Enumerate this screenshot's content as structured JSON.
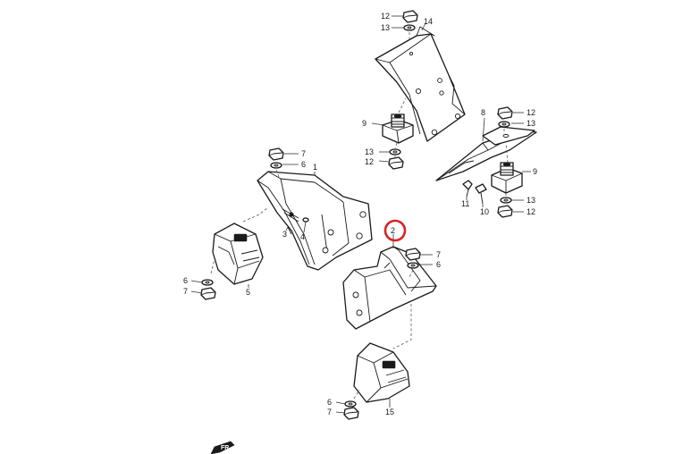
{
  "diagram": {
    "callouts": [
      {
        "id": "c12a",
        "label": "12"
      },
      {
        "id": "c13a",
        "label": "13"
      },
      {
        "id": "c14",
        "label": "14"
      },
      {
        "id": "c9a",
        "label": "9"
      },
      {
        "id": "c13b",
        "label": "13"
      },
      {
        "id": "c12b",
        "label": "12"
      },
      {
        "id": "c8",
        "label": "8"
      },
      {
        "id": "c12c",
        "label": "12"
      },
      {
        "id": "c13c",
        "label": "13"
      },
      {
        "id": "c9b",
        "label": "9"
      },
      {
        "id": "c11",
        "label": "11"
      },
      {
        "id": "c10",
        "label": "10"
      },
      {
        "id": "c13d",
        "label": "13"
      },
      {
        "id": "c12d",
        "label": "12"
      },
      {
        "id": "c7a",
        "label": "7"
      },
      {
        "id": "c6a",
        "label": "6"
      },
      {
        "id": "c1",
        "label": "1"
      },
      {
        "id": "c3",
        "label": "3"
      },
      {
        "id": "c4",
        "label": "4"
      },
      {
        "id": "c5",
        "label": "5"
      },
      {
        "id": "c6b",
        "label": "6"
      },
      {
        "id": "c7b",
        "label": "7"
      },
      {
        "id": "c2",
        "label": "2"
      },
      {
        "id": "c7c",
        "label": "7"
      },
      {
        "id": "c6c",
        "label": "6"
      },
      {
        "id": "c6d",
        "label": "6"
      },
      {
        "id": "c7d",
        "label": "7"
      },
      {
        "id": "c15",
        "label": "15"
      }
    ],
    "highlighted_callout": "2",
    "highlight_color": "#d42525",
    "line_color": "#1a1a1a",
    "logo_icon": "front-arrow-icon",
    "logo_text": "FR"
  }
}
